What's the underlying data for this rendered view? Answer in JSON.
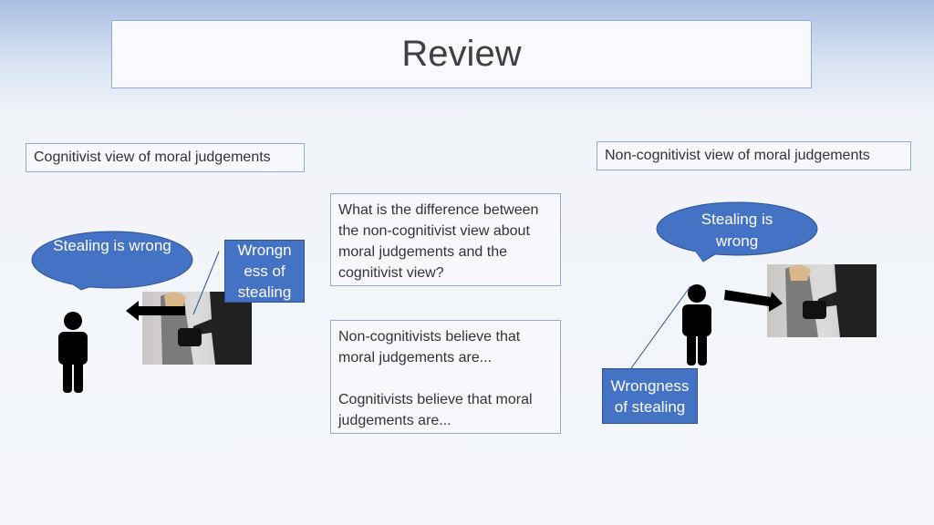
{
  "title": "Review",
  "left": {
    "heading": "Cognitivist view of moral judgements",
    "bubble": "Stealing is wrong",
    "wrongness_box": "Wrongn ess of stealing"
  },
  "right": {
    "heading": "Non-cognitivist view of moral judgements",
    "bubble": "Stealing is wrong",
    "wrongness_box": "Wrongness of stealing"
  },
  "question": "What is the difference between the non-cognitivist view about moral judgements and the cognitivist view?",
  "answers": {
    "non_cognitivist": "Non-cognitivists believe that moral judgements are...",
    "cognitivist": "Cognitivists believe that moral judgements are..."
  },
  "colors": {
    "accent": "#4472c4",
    "border": "#8faadc"
  }
}
